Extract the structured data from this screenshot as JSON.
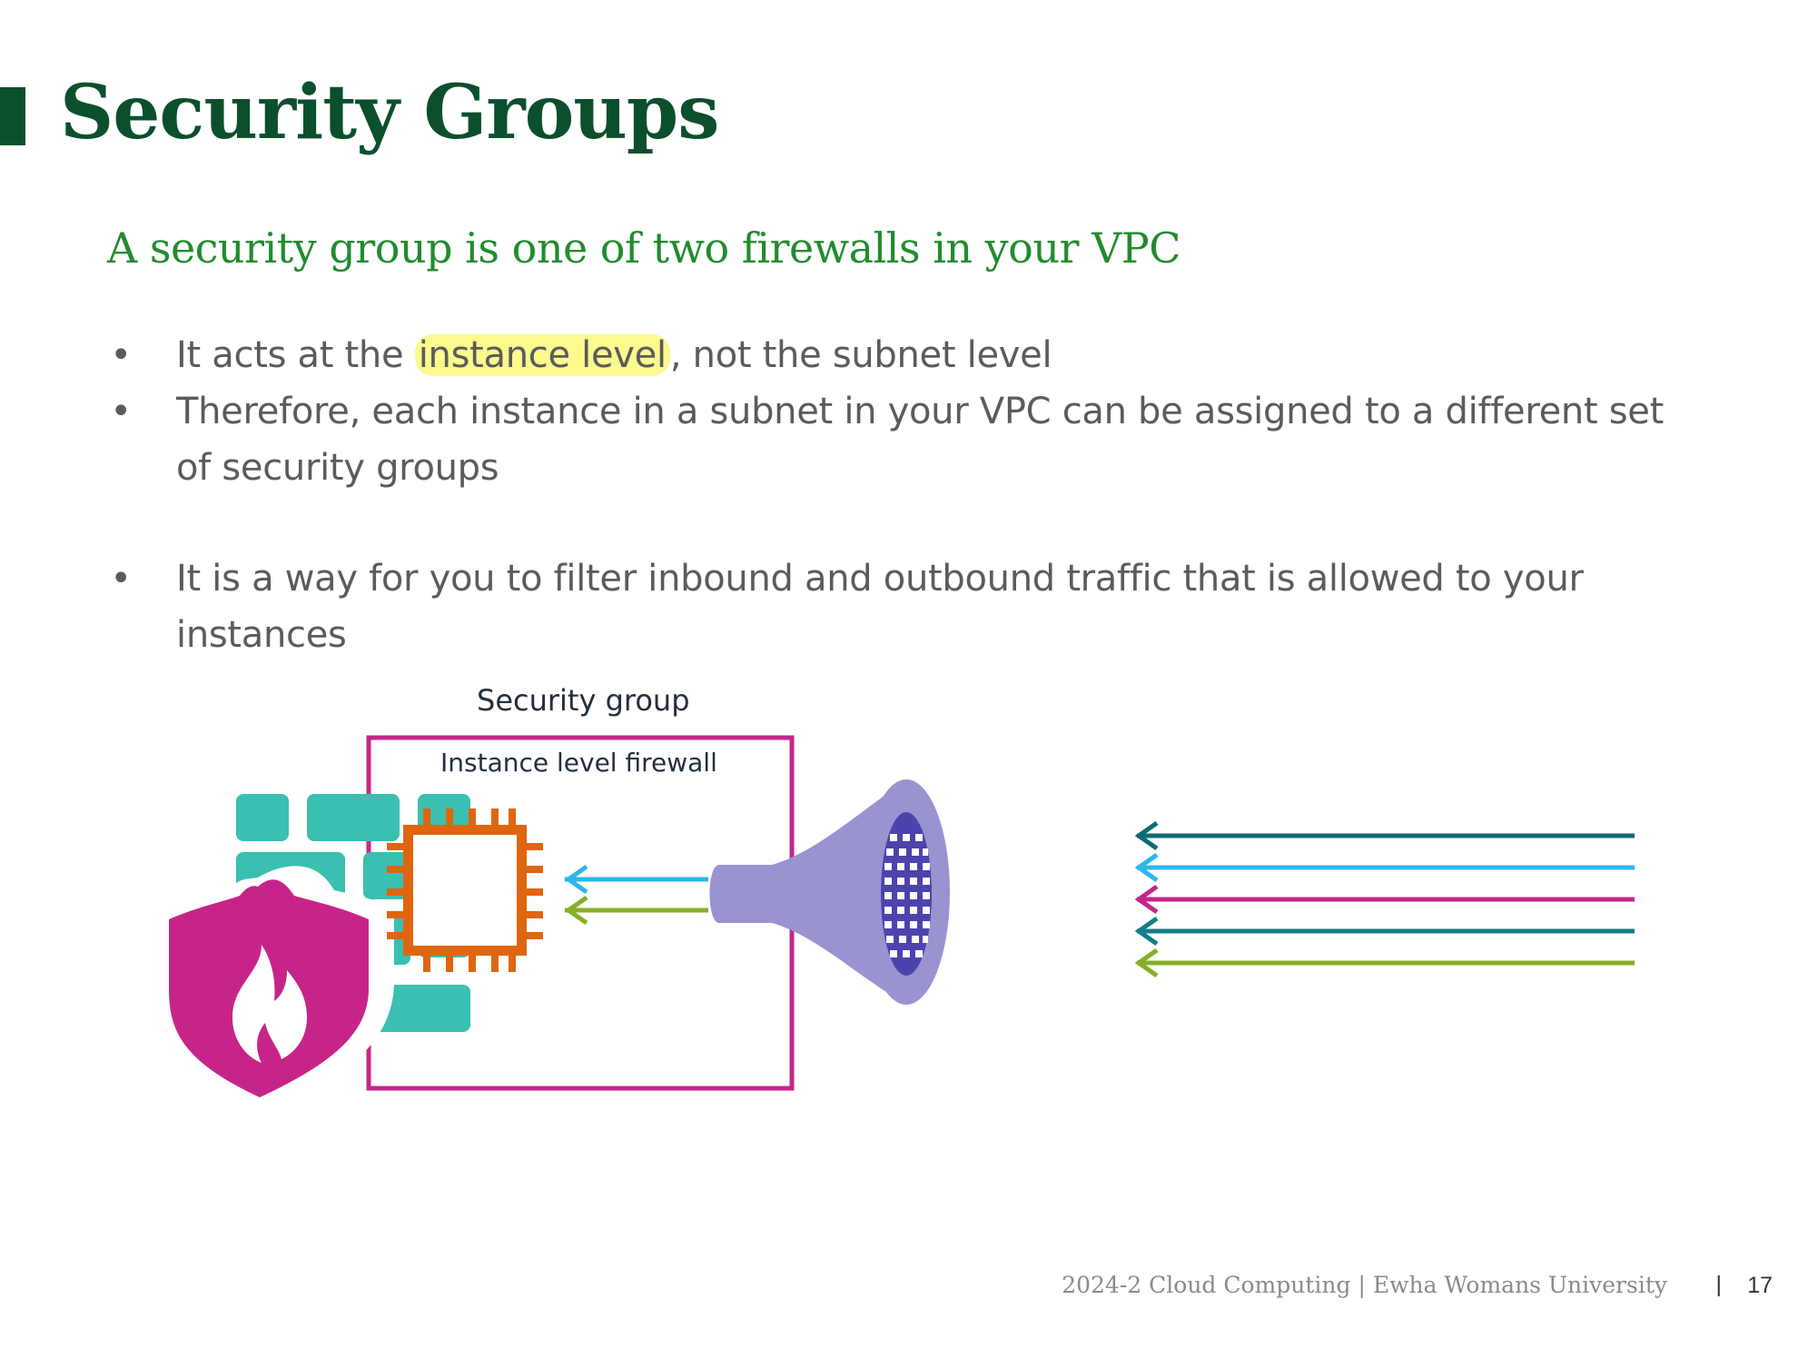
{
  "slide": {
    "title": "Security Groups",
    "subtitle": "A security group is one of two firewalls in your VPC",
    "bullets": [
      {
        "pre": "It acts at the ",
        "highlight": "instance level",
        "post": ", not the subnet level"
      },
      {
        "text": "Therefore, each instance in a subnet in your VPC can be assigned to a different set of security groups"
      },
      {
        "text": "It is a way for you to filter inbound and outbound traffic that is allowed to your instances"
      }
    ],
    "bullet_char": "•"
  },
  "diagram": {
    "title": "Security group",
    "box_label": "Instance level firewall",
    "icons": [
      "brick-wall-icon",
      "fire-shield-icon",
      "chip-icon",
      "funnel-filter-icon"
    ],
    "colors": {
      "box_border": "#c7248a",
      "brick": "#3bbfb0",
      "shield": "#c7248a",
      "chip": "#e0650f",
      "funnel": "#9a93d1",
      "mesh": "#4b44ad",
      "arrows_in": [
        "#0c6b74",
        "#2bb6ee",
        "#c7248a",
        "#127e8a",
        "#86ae27"
      ],
      "arrows_out": [
        "#2bb6ee",
        "#86ae27"
      ]
    }
  },
  "footer": {
    "text": "2024-2 Cloud Computing  |  Ewha Womans University",
    "page": "17"
  }
}
